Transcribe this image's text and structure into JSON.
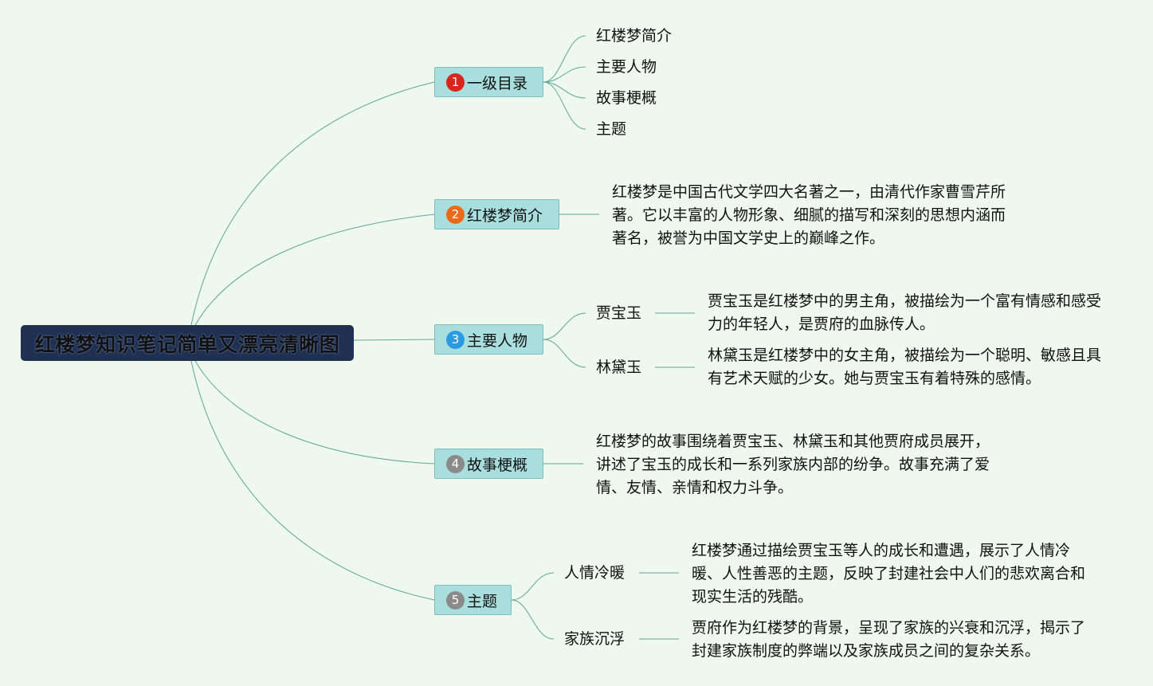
{
  "root": {
    "title": "红楼梦知识笔记简单又漂亮清晰图"
  },
  "colors": {
    "background": "#eef8ee",
    "root_fill": "#1f3052",
    "branch_fill": "#a9dede",
    "connector": "#5fa597",
    "badge_1": "#d9261c",
    "badge_2": "#ea6a1c",
    "badge_3": "#2a9be0",
    "badge_4": "#8a8a8a",
    "badge_5": "#8a8a8a"
  },
  "branches": [
    {
      "number": "1",
      "label": "一级目录",
      "items": [
        "红楼梦简介",
        "主要人物",
        "故事梗概",
        "主题"
      ]
    },
    {
      "number": "2",
      "label": "红楼梦简介",
      "text": "红楼梦是中国古代文学四大名著之一，由清代作家曹雪芹所著。它以丰富的人物形象、细腻的描写和深刻的思想内涵而著名，被誉为中国文学史上的巅峰之作。"
    },
    {
      "number": "3",
      "label": "主要人物",
      "children": [
        {
          "name": "贾宝玉",
          "text": "贾宝玉是红楼梦中的男主角，被描绘为一个富有情感和感受力的年轻人，是贾府的血脉传人。"
        },
        {
          "name": "林黛玉",
          "text": "林黛玉是红楼梦中的女主角，被描绘为一个聪明、敏感且具有艺术天赋的少女。她与贾宝玉有着特殊的感情。"
        }
      ]
    },
    {
      "number": "4",
      "label": "故事梗概",
      "text": "红楼梦的故事围绕着贾宝玉、林黛玉和其他贾府成员展开，讲述了宝玉的成长和一系列家族内部的纷争。故事充满了爱情、友情、亲情和权力斗争。"
    },
    {
      "number": "5",
      "label": "主题",
      "children": [
        {
          "name": "人情冷暖",
          "text": "红楼梦通过描绘贾宝玉等人的成长和遭遇，展示了人情冷暖、人性善恶的主题，反映了封建社会中人们的悲欢离合和现实生活的残酷。"
        },
        {
          "name": "家族沉浮",
          "text": "贾府作为红楼梦的背景，呈现了家族的兴衰和沉浮，揭示了封建家族制度的弊端以及家族成员之间的复杂关系。"
        }
      ]
    }
  ]
}
